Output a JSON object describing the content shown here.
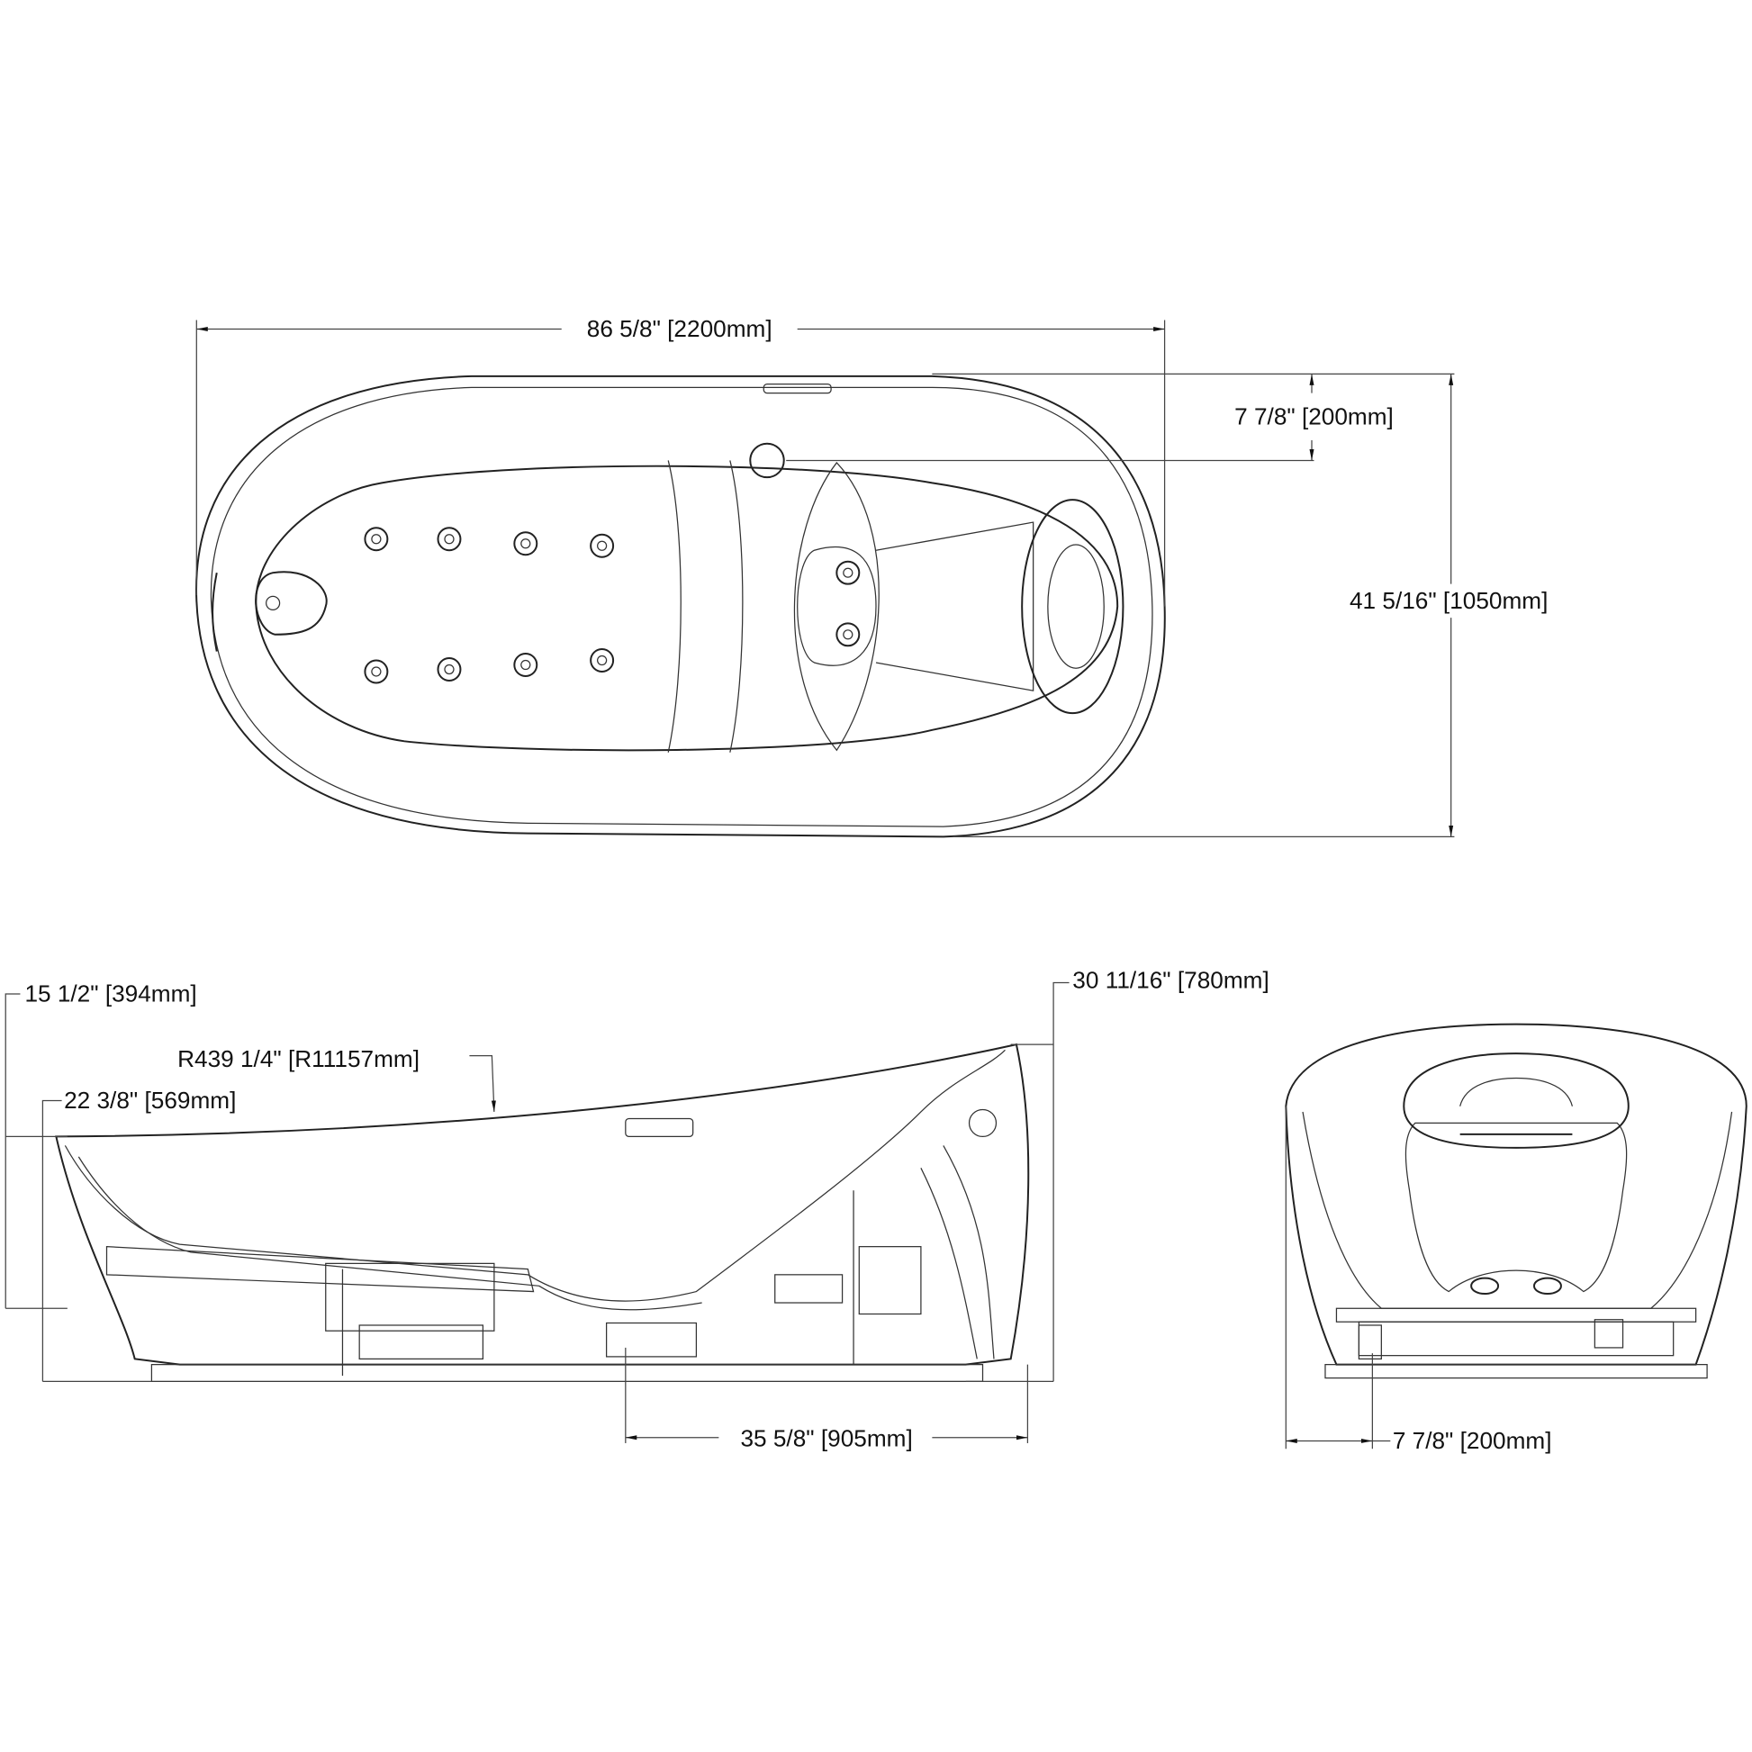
{
  "colors": {
    "line": "#222222",
    "background": "#ffffff"
  },
  "top_view": {
    "overall_length": "86 5/8\" [2200mm]",
    "drain_offset": "7 7/8\" [200mm]",
    "overall_width": "41 5/16\" [1050mm]"
  },
  "side_view": {
    "height_low_end": "15 1/2\" [394mm]",
    "rim_radius": "R439 1/4\" [R11157mm]",
    "height_mid": "22 3/8\" [569mm]",
    "height_high_end": "30 11/16\" [780mm]",
    "drain_to_end": "35 5/8\" [905mm]"
  },
  "end_view": {
    "drain_offset": "7 7/8\" [200mm]"
  }
}
